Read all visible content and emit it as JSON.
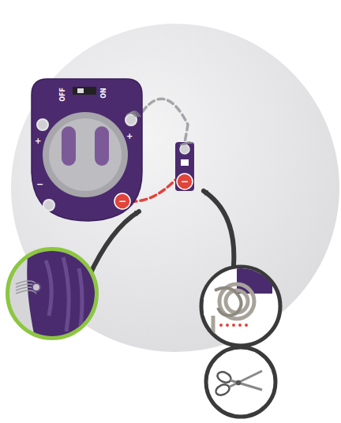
{
  "diagram": {
    "nodes": [
      {
        "text": [
          "OFF",
          "ON",
          "+",
          "+",
          "−",
          "−"
        ]
      },
      {
        "text": [
          "−"
        ]
      }
    ],
    "edges": [
      {
        "from": 0,
        "to": 1,
        "arrow": "none"
      },
      {
        "from": 0,
        "to": 1,
        "arrow": "none"
      }
    ]
  }
}
